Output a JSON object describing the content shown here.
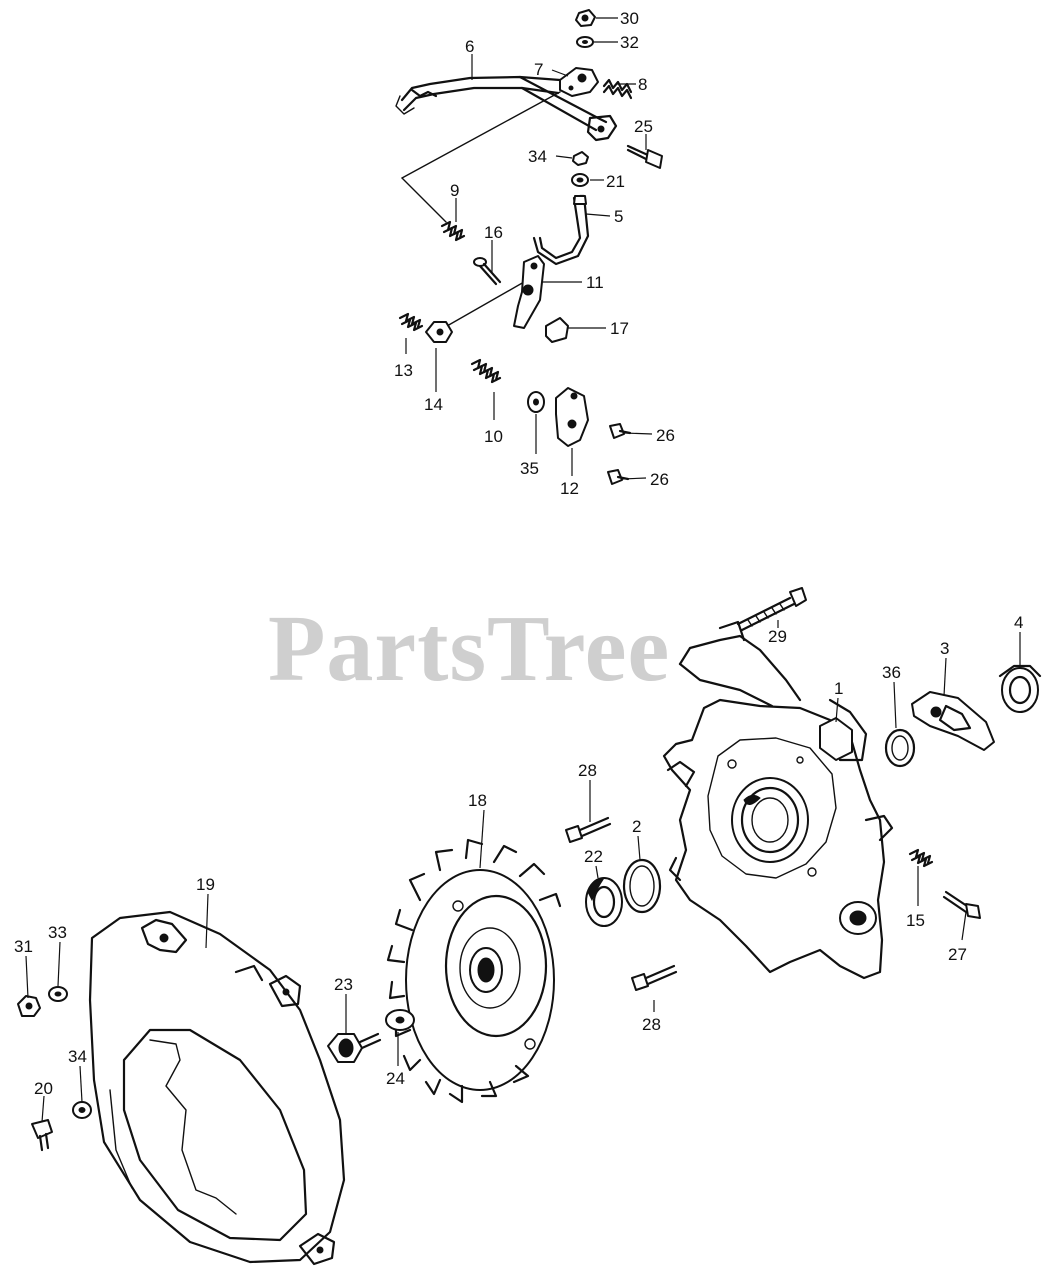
{
  "watermark": {
    "text": "PartsTree"
  },
  "callouts": [
    {
      "id": "30",
      "text": "30"
    },
    {
      "id": "32",
      "text": "32"
    },
    {
      "id": "6",
      "text": "6"
    },
    {
      "id": "7",
      "text": "7"
    },
    {
      "id": "8",
      "text": "8"
    },
    {
      "id": "25",
      "text": "25"
    },
    {
      "id": "34a",
      "text": "34"
    },
    {
      "id": "21",
      "text": "21"
    },
    {
      "id": "9",
      "text": "9"
    },
    {
      "id": "5",
      "text": "5"
    },
    {
      "id": "16",
      "text": "16"
    },
    {
      "id": "11",
      "text": "11"
    },
    {
      "id": "17",
      "text": "17"
    },
    {
      "id": "13",
      "text": "13"
    },
    {
      "id": "14",
      "text": "14"
    },
    {
      "id": "10",
      "text": "10"
    },
    {
      "id": "35",
      "text": "35"
    },
    {
      "id": "12",
      "text": "12"
    },
    {
      "id": "26a",
      "text": "26"
    },
    {
      "id": "26b",
      "text": "26"
    },
    {
      "id": "29",
      "text": "29"
    },
    {
      "id": "4",
      "text": "4"
    },
    {
      "id": "36",
      "text": "36"
    },
    {
      "id": "3",
      "text": "3"
    },
    {
      "id": "1",
      "text": "1"
    },
    {
      "id": "28a",
      "text": "28"
    },
    {
      "id": "2",
      "text": "2"
    },
    {
      "id": "18",
      "text": "18"
    },
    {
      "id": "22",
      "text": "22"
    },
    {
      "id": "15",
      "text": "15"
    },
    {
      "id": "27",
      "text": "27"
    },
    {
      "id": "19",
      "text": "19"
    },
    {
      "id": "31",
      "text": "31"
    },
    {
      "id": "33",
      "text": "33"
    },
    {
      "id": "23",
      "text": "23"
    },
    {
      "id": "28b",
      "text": "28"
    },
    {
      "id": "24",
      "text": "24"
    },
    {
      "id": "34b",
      "text": "34"
    },
    {
      "id": "20",
      "text": "20"
    }
  ]
}
